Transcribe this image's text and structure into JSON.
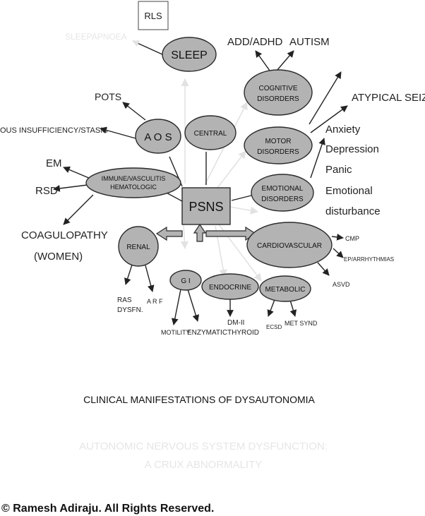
{
  "colors": {
    "node_fill": "#b3b3b3",
    "node_stroke": "#2b2b2b",
    "line": "#222222",
    "faint_text": "#e6e6e6"
  },
  "nodes": {
    "sleep": "SLEEP",
    "cognitive": [
      "COGNITIVE",
      "DISORDERS"
    ],
    "aos": "A O S",
    "central": "CENTRAL",
    "motor": [
      "MOTOR",
      "DISORDERS"
    ],
    "immune": [
      "IMMUNE/VASCULITIS",
      "HEMATOLOGIC"
    ],
    "emotional": [
      "EMOTIONAL",
      "DISORDERS"
    ],
    "psns": "PSNS",
    "renal": "RENAL",
    "cardio": "CARDIOVASCULAR",
    "gi": "G I",
    "endocrine": "ENDOCRINE",
    "metabolic": "METABOLIC"
  },
  "labels": {
    "rls": "RLS",
    "sleep_apnoea": "SLEEPAPNOEA",
    "add_adhd": "ADD/ADHD",
    "autism": "AUTISM",
    "pots": "POTS",
    "atypical_seizures": "ATYPICAL SEIZURES",
    "venous": "OUS INSUFFICIENCY/STASIS",
    "anxiety": "Anxiety",
    "depression": "Depression",
    "panic": "Panic",
    "emotional_line1": "Emotional",
    "emotional_line2": "disturbance",
    "em": "EM",
    "rsd": "RSD",
    "coag_line1": "COAGULOPATHY",
    "coag_line2": "(WOMEN)",
    "cmp": "CMP",
    "ep_arr": "EP/ARRHYTHMIAS",
    "asvd": "ASVD",
    "ras_line1": "RAS",
    "ras_line2": "DYSFN.",
    "arf": "A R F",
    "motility": "MOTILITY",
    "enzymatic": "ENZYMATIC",
    "dm_line1": "DM-II",
    "dm_line2": "THYROID",
    "ecsd": "ECSD",
    "met_synd": "MET SYND"
  },
  "caption": "CLINICAL MANIFESTATIONS OF DYSAUTONOMIA",
  "watermark": [
    "AUTONOMIC NERVOUS SYSTEM DYSFUNCTION:",
    "A CRUX ABNORMALITY"
  ],
  "copyright": "© Ramesh Adiraju. All Rights Reserved."
}
